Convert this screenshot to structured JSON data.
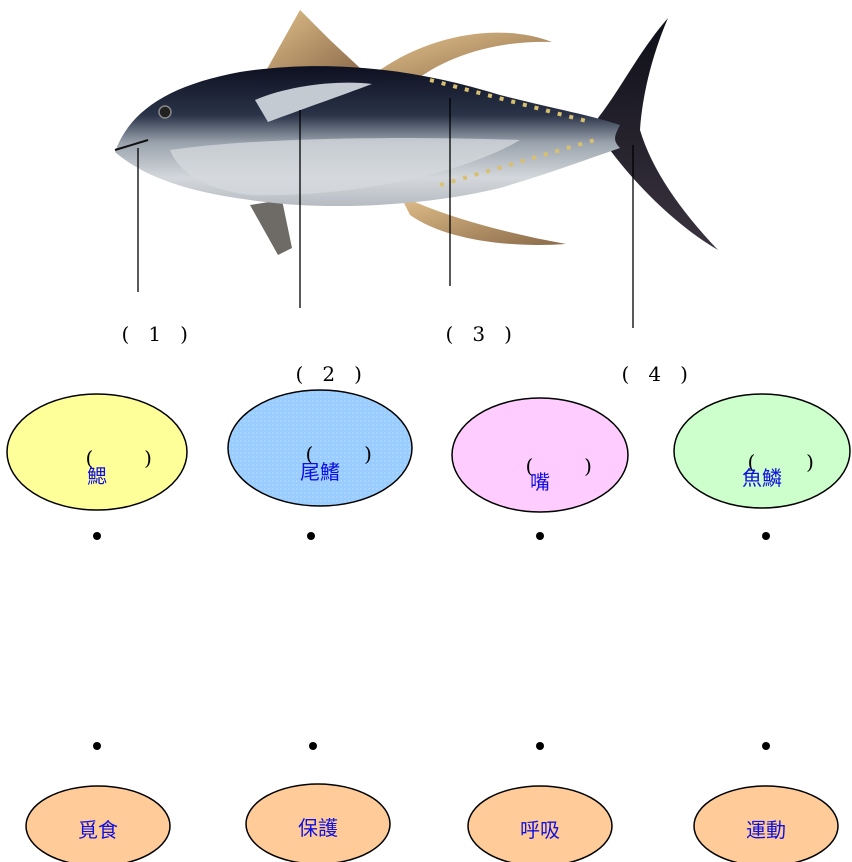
{
  "figure": {
    "number_labels": [
      "1",
      "2",
      "3",
      "4"
    ],
    "paren_open": "(",
    "paren_close": ")"
  },
  "organs": [
    {
      "label": "鰓",
      "fill": "#ffff99"
    },
    {
      "label": "尾鰭",
      "fill": "#99ccff"
    },
    {
      "label": "嘴",
      "fill": "#ffccff"
    },
    {
      "label": "魚鱗",
      "fill": "#ccffcc"
    }
  ],
  "functions": [
    {
      "label": "覓食",
      "fill": "#ffcc99"
    },
    {
      "label": "保護",
      "fill": "#ffcc99"
    },
    {
      "label": "呼吸",
      "fill": "#ffcc99"
    },
    {
      "label": "運動",
      "fill": "#ffcc99"
    }
  ],
  "colors": {
    "organ_text": "#1010e0",
    "outline": "#000000",
    "fish_back": "#14182a",
    "fish_belly": "#c9ced3",
    "fin_yellow": "#d9b070"
  }
}
